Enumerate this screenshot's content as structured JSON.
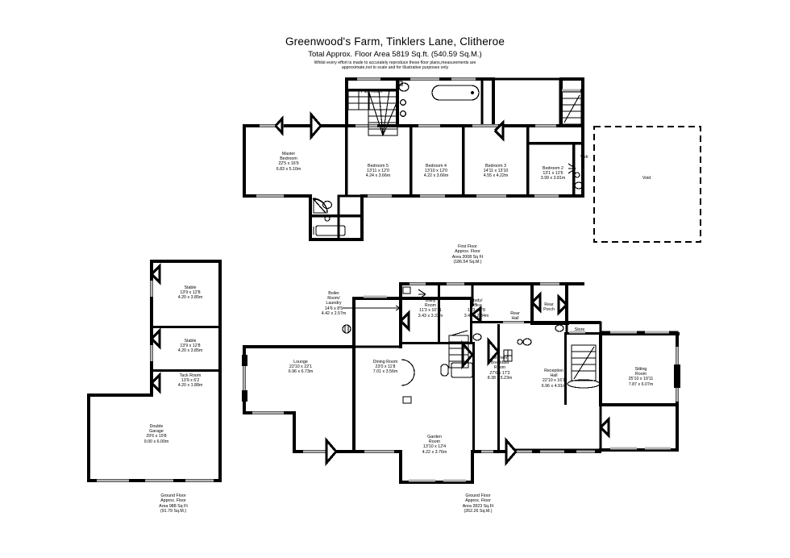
{
  "header": {
    "title": "Greenwood's Farm, Tinklers Lane, Clitheroe",
    "subtitle": "Total Approx. Floor Area 5819 Sq.ft. (540.59 Sq.M.)",
    "disclaimer_line1": "Whilst every effort is made to accurately reproduce these floor plans,measurements are",
    "disclaimer_line2": "approximate,not to scale and for illustrative purposes only"
  },
  "floors": {
    "first": {
      "caption": "First Floor\nApprox. Floor\nArea 2008 Sq Ft\n(186.54 Sq.M.)"
    },
    "ground_garage": {
      "caption": "Ground Floor\nApprox. Floor\nArea 988 Sq Ft\n(91.79 Sq.M.)"
    },
    "ground_main": {
      "caption": "Ground Floor\nApprox. Floor\nArea 2823 Sq.Ft\n(262.26 Sq.M.)"
    }
  },
  "rooms": {
    "first_floor": [
      {
        "name": "master-bedroom",
        "label": "Master\nBedroom\n22'5 x 16'9\n6.83 x 5.10m"
      },
      {
        "name": "play-room",
        "label": "Play Room"
      },
      {
        "name": "bedroom-5",
        "label": "Bedroom 5\n13'11 x 12'0\n4.24 x 3.66m"
      },
      {
        "name": "bedroom-4",
        "label": "Bedroom 4\n13'10 x 12'0\n4.22 x 3.66m"
      },
      {
        "name": "bedroom-3",
        "label": "Bedroom 3\n14'11 x 13'10\n4.55 x 4.22m"
      },
      {
        "name": "bedroom-2",
        "label": "Bedroom 2\n13'1 x 12'6\n3.99 x 3.81m"
      },
      {
        "name": "wardrobe",
        "label": "Wdr"
      },
      {
        "name": "void",
        "label": "Void"
      }
    ],
    "outbuildings": [
      {
        "name": "stable-1",
        "label": "Stable\n13'9 x 12'8\n4.20 x 3.85m"
      },
      {
        "name": "stable-2",
        "label": "Stable\n13'9 x 12'8\n4.20 x 3.85m"
      },
      {
        "name": "tack-room",
        "label": "Tack Room\n13'9 x 6'2\n4.20 x 1.88m"
      },
      {
        "name": "double-garage",
        "label": "Double\nGarage\n29'6 x 19'8\n9.00 x 6.00m"
      }
    ],
    "ground_floor": [
      {
        "name": "boiler-room-laundry",
        "label": "Boiler\nRoom/\nLaundry\n14'6 x 8'5\n4.42 x 2.57m"
      },
      {
        "name": "lounge",
        "label": "Lounge\n22'10 x 22'1\n6.96 x 6.73m"
      },
      {
        "name": "dining-room",
        "label": "Dining Room\n23'0 x 11'8\n7.01 x 3.56m"
      },
      {
        "name": "utility-room",
        "label": "Utility\nRoom\n11'3 x 10'11\n3.43 x 3.33m"
      },
      {
        "name": "study-office",
        "label": "Study/\nOffice\n11'3 x 7'8\n3.43 x 2.34m"
      },
      {
        "name": "rear-hall",
        "label": "Rear\nHall"
      },
      {
        "name": "rear-porch",
        "label": "Rear\nPorch"
      },
      {
        "name": "kitchen-breakfast",
        "label": "Kitchen/\nBreakfast\nRoom\n27'6 x 17'2\n8.38 x 5.23m"
      },
      {
        "name": "reception-hall",
        "label": "Reception\nHall\n22'10 x 16'1\n6.96 x 4.91m"
      },
      {
        "name": "store",
        "label": "Store"
      },
      {
        "name": "sitting-room",
        "label": "Sitting\nRoom\n25'10 x 19'11\n7.87 x 6.07m"
      },
      {
        "name": "garden-room",
        "label": "Garden\nRoom\n13'10 x 12'4\n4.22 x 3.76m"
      }
    ]
  },
  "colors": {
    "wall": "#000000",
    "window": "#b0b0b0",
    "background": "#ffffff"
  }
}
